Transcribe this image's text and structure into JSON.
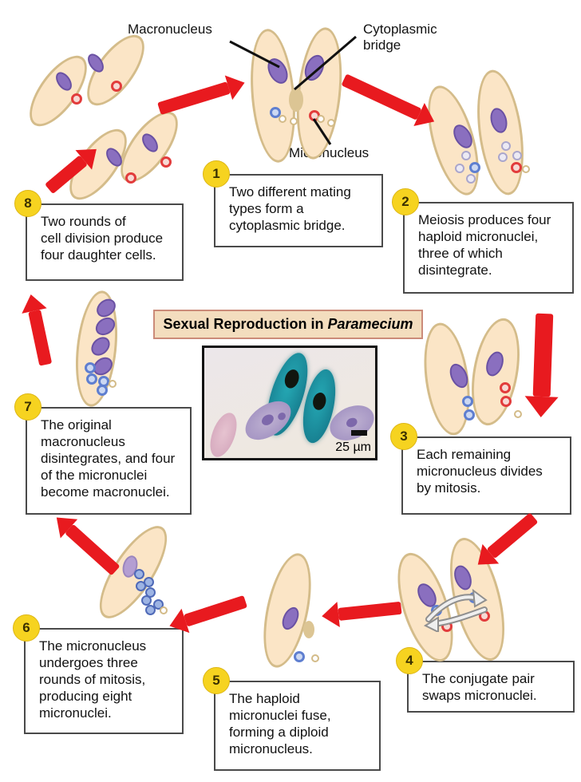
{
  "diagram_title": {
    "prefix": "Sexual Reproduction in ",
    "species": "Paramecium"
  },
  "anatomy_labels": {
    "macronucleus": "Macronucleus",
    "cytoplasmic_bridge": "Cytoplasmic\nbridge",
    "micronucleus": "Micronucleus"
  },
  "micrograph": {
    "scale_label": "25 µm"
  },
  "steps": [
    {
      "number": "1",
      "text": "Two different mating\ntypes form a\ncytoplasmic bridge."
    },
    {
      "number": "2",
      "text": "Meiosis produces four\nhaploid micronuclei,\nthree of which\ndisintegrate."
    },
    {
      "number": "3",
      "text": "Each remaining\nmicronucleus divides\nby mitosis."
    },
    {
      "number": "4",
      "text": "The conjugate pair\nswaps micronuclei."
    },
    {
      "number": "5",
      "text": "The haploid\nmicronuclei fuse,\nforming a diploid\nmicronucleus."
    },
    {
      "number": "6",
      "text": "The micronucleus\nundergoes three\nrounds of mitosis,\nproducing eight\nmicronuclei."
    },
    {
      "number": "7",
      "text": "The original\nmacronucleus\ndisintegrates, and four\nof the micronuclei\nbecome macronuclei."
    },
    {
      "number": "8",
      "text": "Two rounds of\ncell division produce\nfour daughter cells."
    }
  ],
  "colors": {
    "arrow_red": "#e81a1f",
    "cell_fill": "#fbe5c6",
    "cell_border": "#d4bc8a",
    "macronucleus_purple": "#8a6fbf",
    "micronucleus_blue": "#5f7fd0",
    "micronucleus_red": "#e23c3c",
    "badge_yellow": "#f6d320",
    "title_background": "#f3ddbe",
    "title_border": "#cb8b79"
  }
}
